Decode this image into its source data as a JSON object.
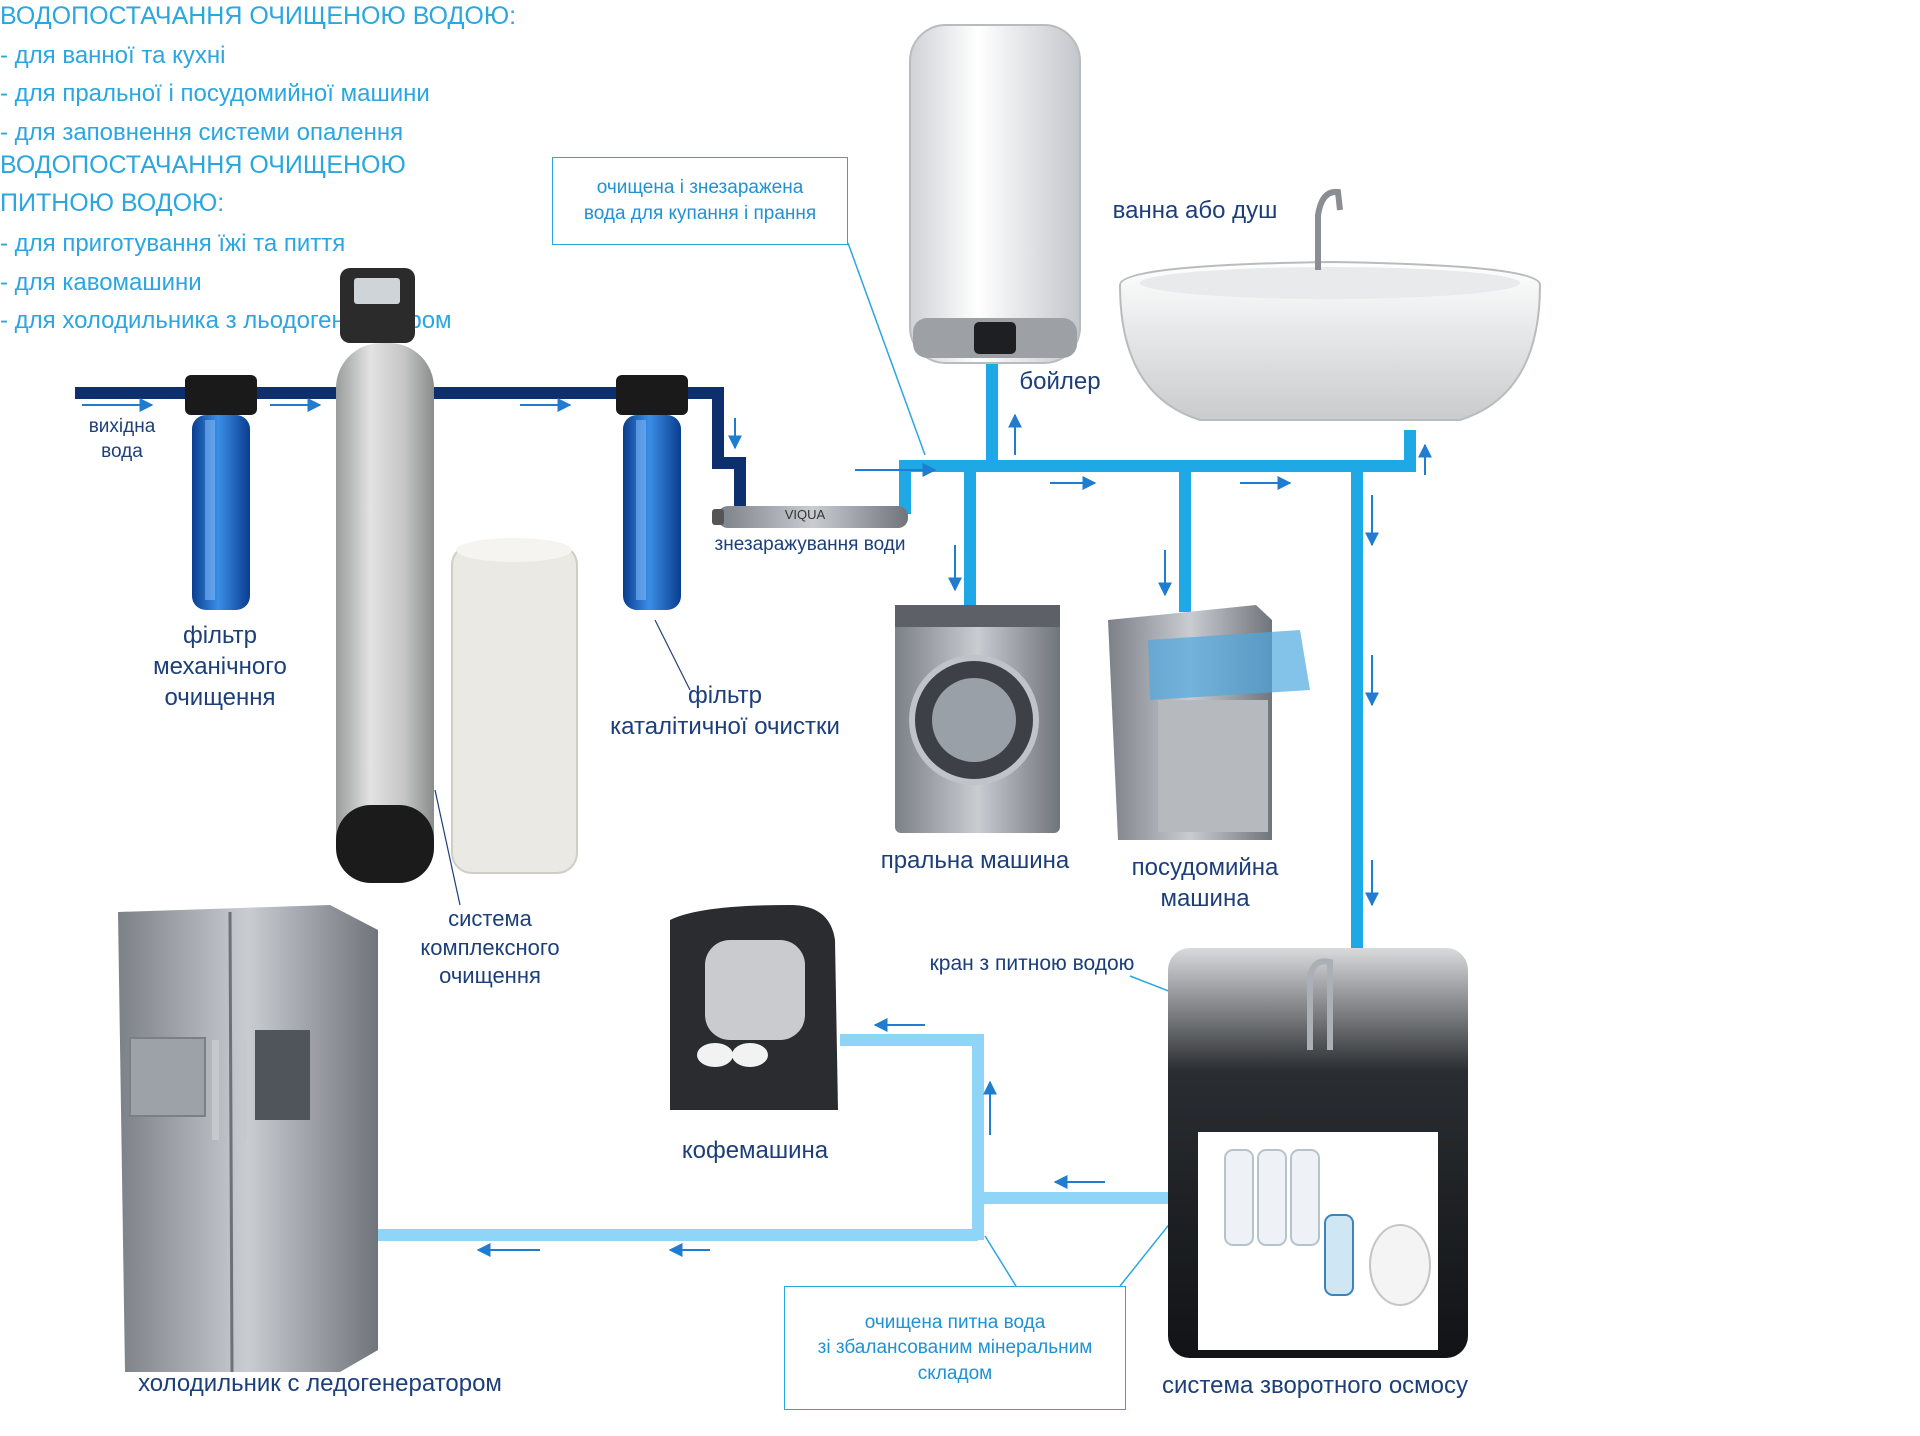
{
  "header_top": {
    "title": "ВОДОПОСТАЧАННЯ ОЧИЩЕНОЮ ВОДОЮ:",
    "items": [
      "- для ванної та кухні",
      "- для пральної і посудомийної машини",
      "- для заповнення системи опалення"
    ]
  },
  "header_mid": {
    "title_line1": "ВОДОПОСТАЧАННЯ ОЧИЩЕНОЮ",
    "title_line2": "ПИТНОЮ ВОДОЮ:",
    "items": [
      "- для приготування їжі та пиття",
      "- для кавомашини",
      "- для холодильника з льодогенератором"
    ]
  },
  "note_top": {
    "line1": "очищена і знезаражена",
    "line2": "вода для купання і прання"
  },
  "note_bottom": {
    "line1": "очищена питна вода",
    "line2": "зі збалансованим мінеральним",
    "line3": "складом"
  },
  "labels": {
    "source_water": [
      "вихідна",
      "вода"
    ],
    "mech_filter": [
      "фільтр",
      "механічного",
      "очищення"
    ],
    "catalytic_filter": [
      "фільтр",
      "каталітичної очистки"
    ],
    "complex_system": [
      "система",
      "комплексного",
      "очищення"
    ],
    "uv": "знезаражування води",
    "uv_brand": "VIQUA",
    "boiler": "бойлер",
    "bath": "ванна або душ",
    "washer": "пральна машина",
    "dishwasher": [
      "посудомийна",
      "машина"
    ],
    "tap": "кран з питною водою",
    "coffee": "кофемашина",
    "fridge": "холодильник с ледогенератором",
    "ro": "система зворотного осмосу"
  },
  "colors": {
    "raw_pipe": "#0d2f6e",
    "clean_pipe": "#1fa8e6",
    "drink_pipe": "#8fd5f7",
    "text_dark": "#1c3f7a",
    "text_cyan": "#2aa6e0"
  }
}
